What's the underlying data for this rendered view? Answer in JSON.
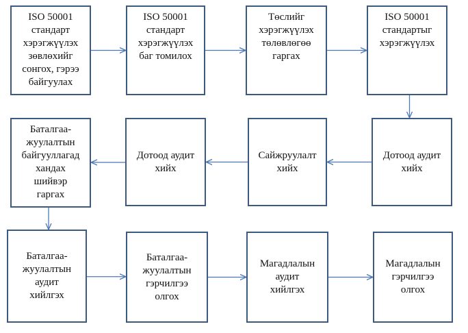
{
  "colors": {
    "box_border": "#3c5a80",
    "arrow": "#4a78b8"
  },
  "nodes": [
    {
      "id": "n1",
      "label": "ISO 50001\nстандарт\nхэрэгжүүлэх\nзөвлөхийг\nсонгох, гэрээ\nбайгуулах"
    },
    {
      "id": "n2",
      "label": "ISO 50001\nстандарт\nхэрэгжүүлэх\nбаг томилох"
    },
    {
      "id": "n3",
      "label": "Төслийг\nхэрэгжүүлэх\nтөлөвлөгөө\nгаргах"
    },
    {
      "id": "n4",
      "label": "ISO 50001\nстандартыг\nхэрэгжүүлэх"
    },
    {
      "id": "n5",
      "label": "Дотоод аудит\nхийх"
    },
    {
      "id": "n6",
      "label": "Сайжруулалт\nхийх"
    },
    {
      "id": "n7",
      "label": "Дотоод аудит\nхийх"
    },
    {
      "id": "n8",
      "label": "Баталгаа-\nжуулалтын\nбайгууллагад\nхандах\nшийвэр\nгаргах"
    },
    {
      "id": "n9",
      "label": "Баталгаа-\nжуулалтын\nаудит\nхийлгэх"
    },
    {
      "id": "n10",
      "label": "Баталгаа-\nжуулалтын\nгэрчилгээ\nолгох"
    },
    {
      "id": "n11",
      "label": "Магадлалын\nаудит\nхийлгэх"
    },
    {
      "id": "n12",
      "label": "Магадлалын\nгэрчилгээ\nолгох"
    }
  ],
  "edges": [
    {
      "from": "n1",
      "to": "n2"
    },
    {
      "from": "n2",
      "to": "n3"
    },
    {
      "from": "n3",
      "to": "n4"
    },
    {
      "from": "n4",
      "to": "n5"
    },
    {
      "from": "n5",
      "to": "n6"
    },
    {
      "from": "n6",
      "to": "n7"
    },
    {
      "from": "n7",
      "to": "n8"
    },
    {
      "from": "n8",
      "to": "n9"
    },
    {
      "from": "n9",
      "to": "n10"
    },
    {
      "from": "n10",
      "to": "n11"
    },
    {
      "from": "n11",
      "to": "n12"
    }
  ]
}
